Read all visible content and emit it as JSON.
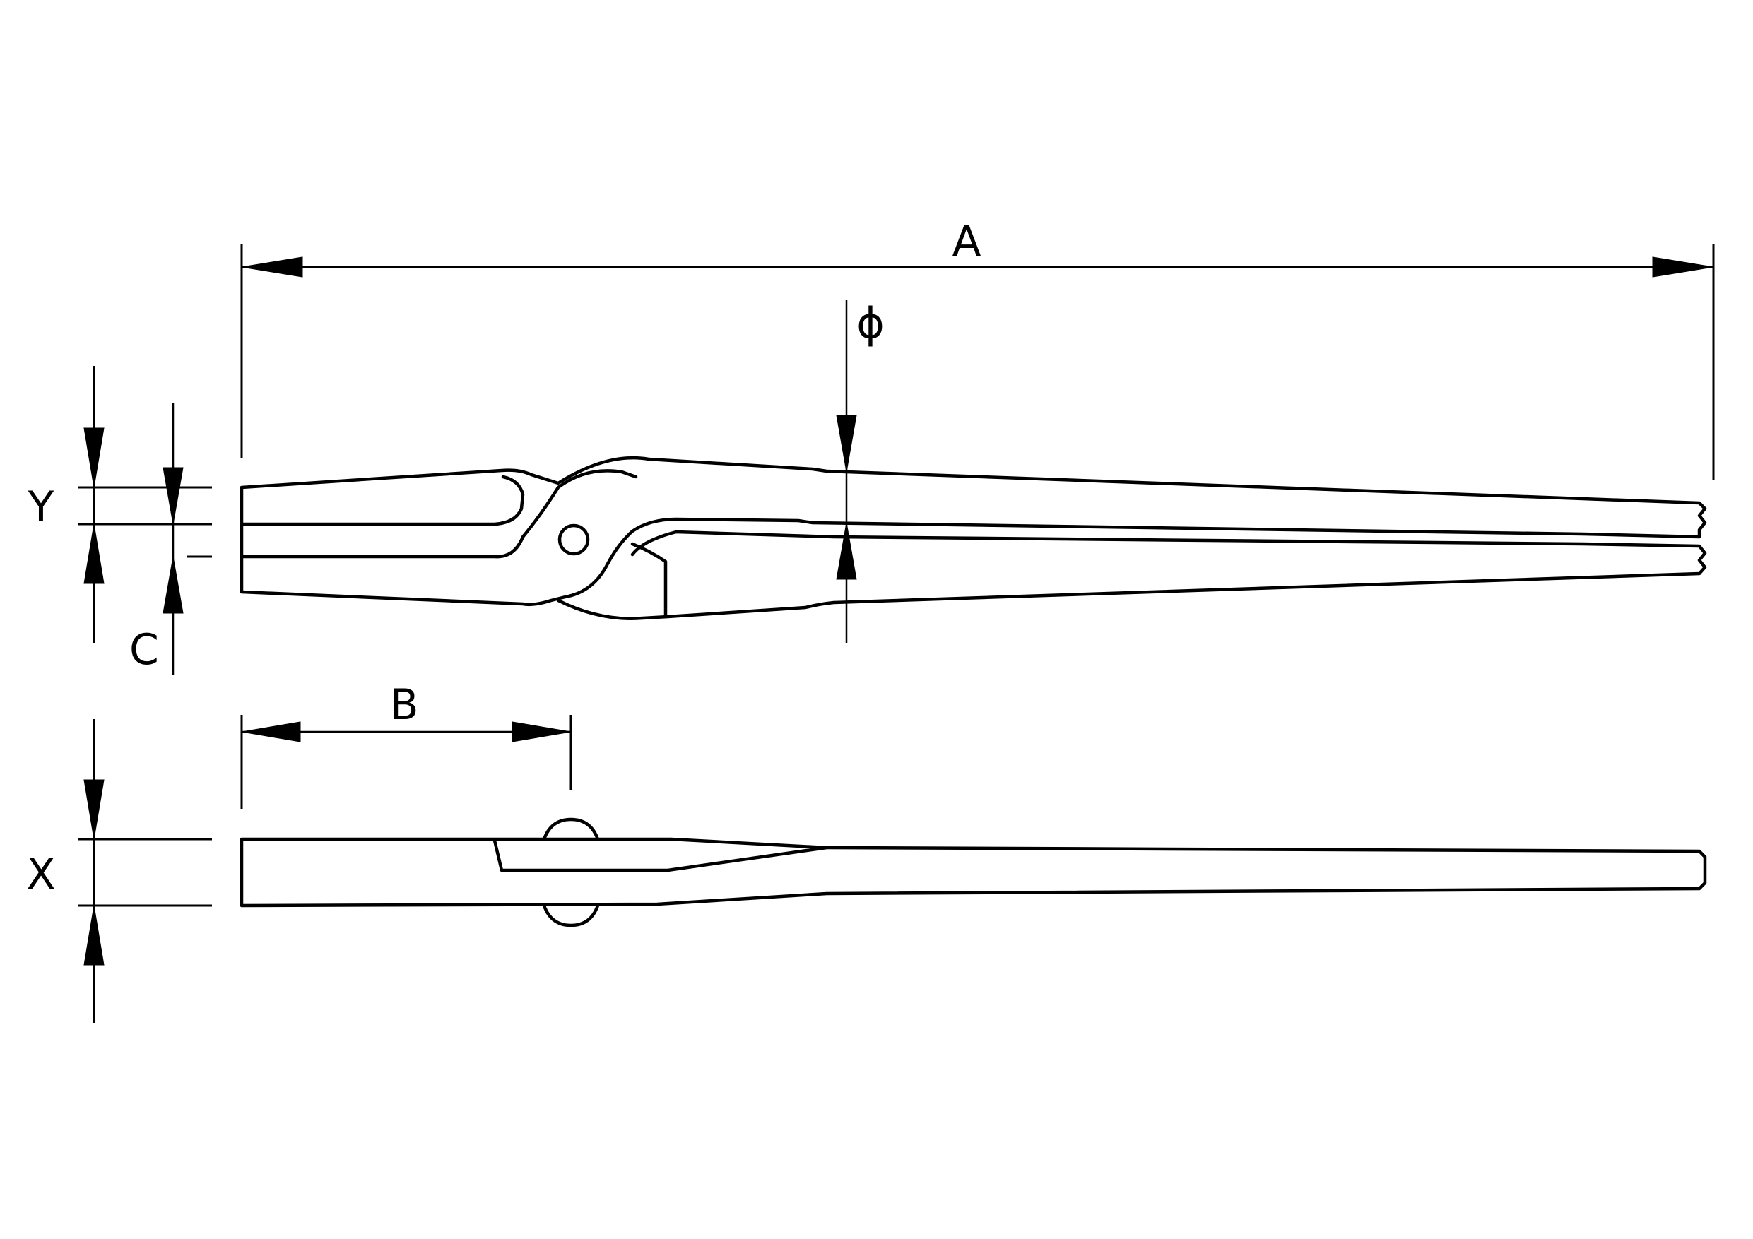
{
  "dimensions": {
    "overall_length": "A",
    "jaw_length": "B",
    "jaw_gap": "C",
    "handle_diameter": "ϕ",
    "jaw_thickness_top": "Y",
    "jaw_thickness_side": "X"
  },
  "colors": {
    "line": "#000000",
    "background": "#ffffff"
  }
}
